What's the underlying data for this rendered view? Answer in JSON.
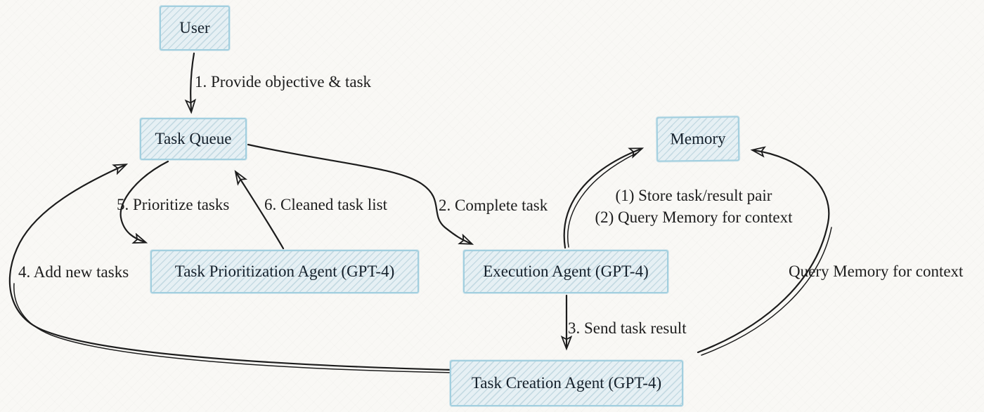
{
  "nodes": {
    "user": {
      "label": "User"
    },
    "task_queue": {
      "label": "Task Queue"
    },
    "memory": {
      "label": "Memory"
    },
    "task_prioritization_agent": {
      "label": "Task Prioritization Agent (GPT-4)"
    },
    "execution_agent": {
      "label": "Execution Agent (GPT-4)"
    },
    "task_creation_agent": {
      "label": "Task Creation Agent (GPT-4)"
    }
  },
  "edge_labels": {
    "provide_objective": "1. Provide objective & task",
    "complete_task": "2. Complete task",
    "send_task_result": "3. Send task result",
    "add_new_tasks": "4. Add new tasks",
    "prioritize_tasks": "5. Prioritize tasks",
    "cleaned_task_list": "6. Cleaned task list",
    "store_pair_line1": "(1) Store task/result pair",
    "store_pair_line2": "(2) Query Memory for context",
    "query_memory": "Query Memory for context"
  },
  "colors": {
    "background": "#f9f8f5",
    "node_fill": "#e6f0f4",
    "node_hatch": "#7aaabc",
    "node_border": "#a2cfdf",
    "arrow_stroke": "#1c1c1c",
    "text": "#1a1a1a"
  }
}
